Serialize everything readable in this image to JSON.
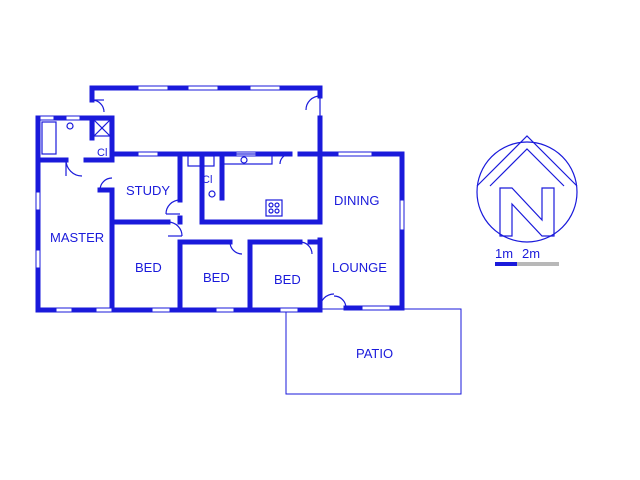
{
  "rooms": {
    "master": "MASTER",
    "study": "STUDY",
    "bed1": "BED",
    "bed2": "BED",
    "bed3": "BED",
    "dining": "DINING",
    "lounge": "LOUNGE",
    "patio": "PATIO"
  },
  "closets": {
    "cl1": "Cl",
    "cl2": "Cl"
  },
  "scale": {
    "label1": "1m",
    "label2": "2m"
  },
  "compass": {
    "letter": "N"
  },
  "colors": {
    "wall": "#1a1adb",
    "scale_bar_dark": "#1a1adb",
    "scale_bar_light": "#b8b8b8"
  }
}
